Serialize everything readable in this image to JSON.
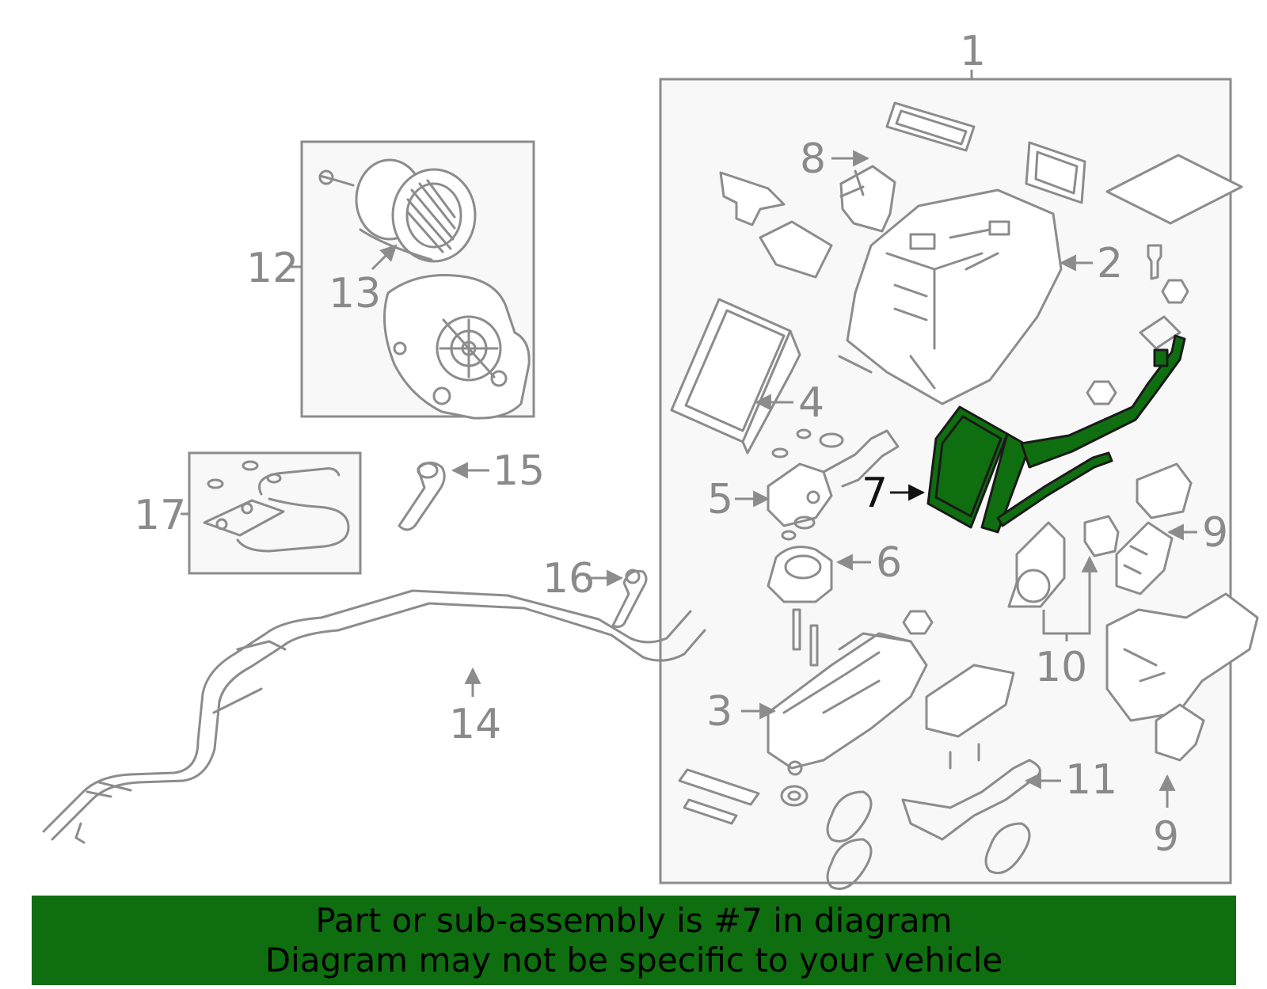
{
  "callouts": {
    "c1": "1",
    "c2": "2",
    "c3": "3",
    "c4": "4",
    "c5": "5",
    "c6": "6",
    "c7": "7",
    "c8": "8",
    "c9a": "9",
    "c9b": "9",
    "c10": "10",
    "c11": "11",
    "c12": "12",
    "c13": "13",
    "c14": "14",
    "c15": "15",
    "c16": "16",
    "c17": "17"
  },
  "banner": {
    "line1": "Part or sub-assembly is #7 in diagram",
    "line2": "Diagram may not be specific to your vehicle"
  },
  "colors": {
    "highlight": "#0f6e0f",
    "banner": "#0f6e0f",
    "parts": "#8c8c8c",
    "box_fill": "#f8f8f8"
  }
}
